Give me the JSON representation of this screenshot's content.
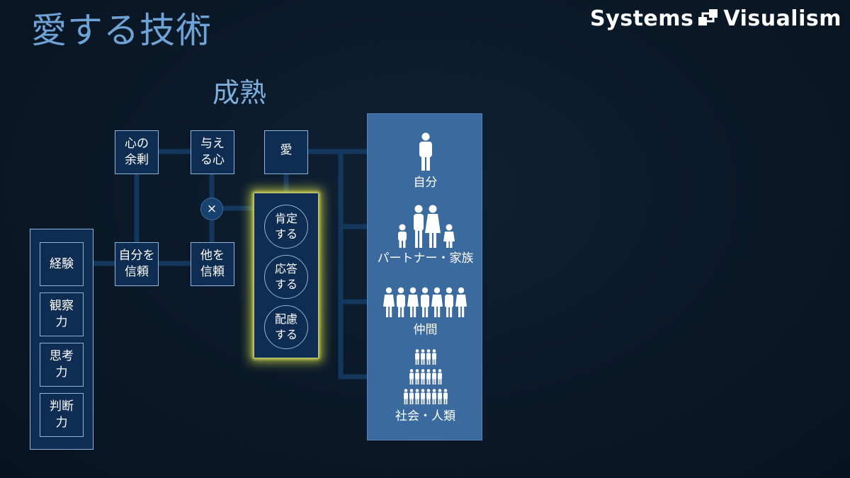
{
  "header": {
    "title": "愛する技術",
    "logo_left": "Systems",
    "logo_right": "Visualism"
  },
  "subtitle": "成熟",
  "nodes": {
    "surplus": [
      "心の",
      "余剰"
    ],
    "giving": [
      "与え",
      "る心"
    ],
    "love": "愛",
    "trust_self": [
      "自分を",
      "信頼"
    ],
    "trust_other": [
      "他を",
      "信頼"
    ],
    "multiply": "×"
  },
  "skills": [
    [
      "経験"
    ],
    [
      "観察",
      "力"
    ],
    [
      "思考",
      "力"
    ],
    [
      "判断",
      "力"
    ]
  ],
  "actions": [
    [
      "肯定",
      "する"
    ],
    [
      "応答",
      "する"
    ],
    [
      "配慮",
      "する"
    ]
  ],
  "targets": [
    "自分",
    "パートナー・家族",
    "仲間",
    "社会・人類"
  ],
  "colors": {
    "background": "#0a1827",
    "box_fill": "#0f2d52",
    "box_border": "#8fb3d9",
    "connector": "#14375e",
    "panel": "#3a6a9e",
    "title": "#6fa3d6",
    "highlight_glow": "#d6de46"
  },
  "icons": [
    "person-icon",
    "family-icon",
    "group-icon",
    "crowd-icon",
    "logo-link-icon"
  ]
}
